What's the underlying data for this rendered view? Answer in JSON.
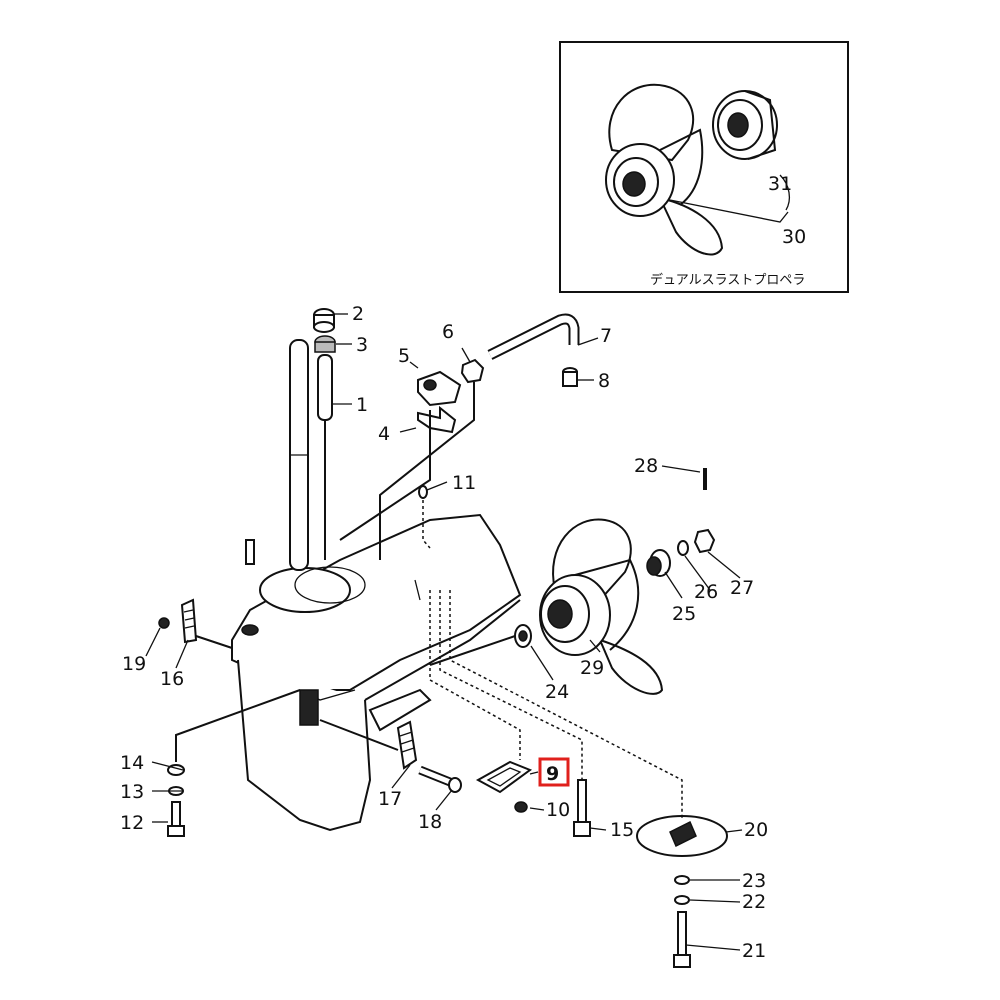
{
  "diagram": {
    "inset_caption": "デュアルスラストプロペラ",
    "highlighted_callout": "9",
    "highlight_color": "#e0201c",
    "callouts": {
      "c1": "1",
      "c2": "2",
      "c3": "3",
      "c4": "4",
      "c5": "5",
      "c6": "6",
      "c7": "7",
      "c8": "8",
      "c9": "9",
      "c10": "10",
      "c11": "11",
      "c12": "12",
      "c13": "13",
      "c14": "14",
      "c15": "15",
      "c16": "16",
      "c17": "17",
      "c18": "18",
      "c19": "19",
      "c20": "20",
      "c21": "21",
      "c22": "22",
      "c23": "23",
      "c24": "24",
      "c25": "25",
      "c26": "26",
      "c27": "27",
      "c28": "28",
      "c29": "29",
      "c30": "30",
      "c31": "31"
    }
  }
}
